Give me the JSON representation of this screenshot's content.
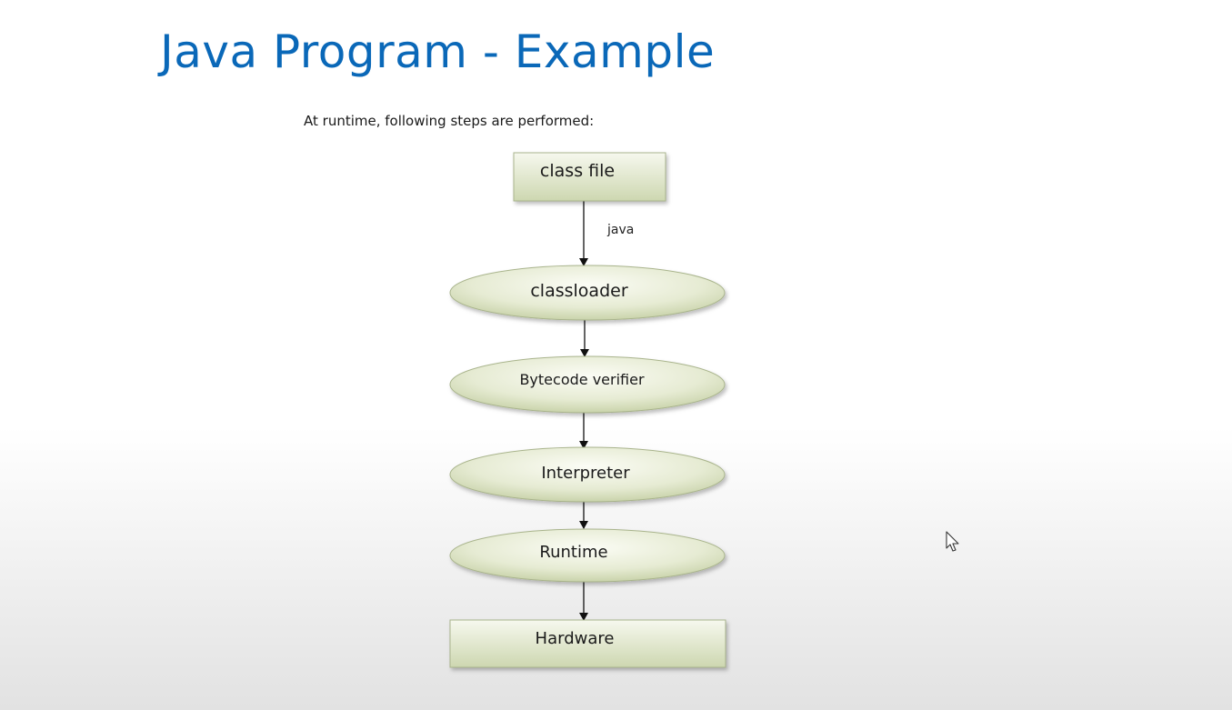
{
  "slide": {
    "title": "Java Program - Example",
    "intro": "At runtime, following steps are performed:"
  },
  "diagram": {
    "nodes": [
      {
        "id": "class-file",
        "label": "class file",
        "shape": "rect"
      },
      {
        "id": "classloader",
        "label": "classloader",
        "shape": "ellipse"
      },
      {
        "id": "bytecode-verifier",
        "label": "Bytecode verifier",
        "shape": "ellipse"
      },
      {
        "id": "interpreter",
        "label": "Interpreter",
        "shape": "ellipse"
      },
      {
        "id": "runtime",
        "label": "Runtime",
        "shape": "ellipse"
      },
      {
        "id": "hardware",
        "label": "Hardware",
        "shape": "rect"
      }
    ],
    "edges": [
      {
        "from": "class-file",
        "to": "classloader",
        "label": "java"
      },
      {
        "from": "classloader",
        "to": "bytecode-verifier",
        "label": ""
      },
      {
        "from": "bytecode-verifier",
        "to": "interpreter",
        "label": ""
      },
      {
        "from": "interpreter",
        "to": "runtime",
        "label": ""
      },
      {
        "from": "runtime",
        "to": "hardware",
        "label": ""
      }
    ],
    "colors": {
      "fill_light": "#f4f6ea",
      "fill_dark": "#c7d2a8",
      "stroke": "#a9b48c",
      "title": "#0a68b8"
    }
  },
  "cursor": {
    "icon": "mouse-pointer-icon"
  }
}
